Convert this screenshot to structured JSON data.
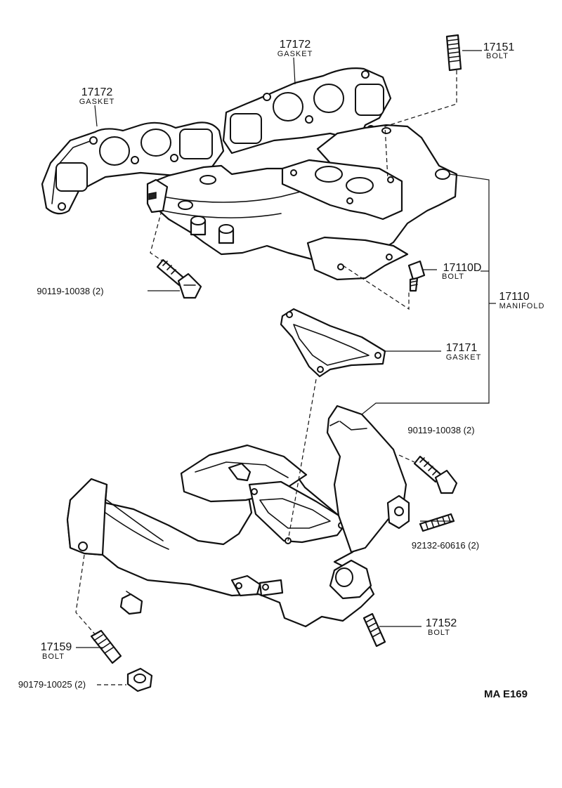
{
  "diagram_code": "MA E169",
  "callouts": [
    {
      "id": "gasket-left",
      "number": "17172",
      "name": "GASKET"
    },
    {
      "id": "gasket-top",
      "number": "17172",
      "name": "GASKET"
    },
    {
      "id": "stud-top",
      "number": "17151",
      "name": "BOLT"
    },
    {
      "id": "bolt-intake-left",
      "number": "90119-10038 (2)",
      "name": ""
    },
    {
      "id": "bolt-17110d",
      "number": "17110D",
      "name": "BOLT"
    },
    {
      "id": "manifold",
      "number": "17110",
      "name": "MANIFOLD"
    },
    {
      "id": "gasket-middle",
      "number": "17171",
      "name": "GASKET"
    },
    {
      "id": "bolt-exhaust-right",
      "number": "90119-10038 (2)",
      "name": ""
    },
    {
      "id": "stud-exhaust-right",
      "number": "92132-60616 (2)",
      "name": ""
    },
    {
      "id": "stud-17152",
      "number": "17152",
      "name": "BOLT"
    },
    {
      "id": "stud-17159",
      "number": "17159",
      "name": "BOLT"
    },
    {
      "id": "nut-bottom",
      "number": "90179-10025 (2)",
      "name": ""
    }
  ]
}
